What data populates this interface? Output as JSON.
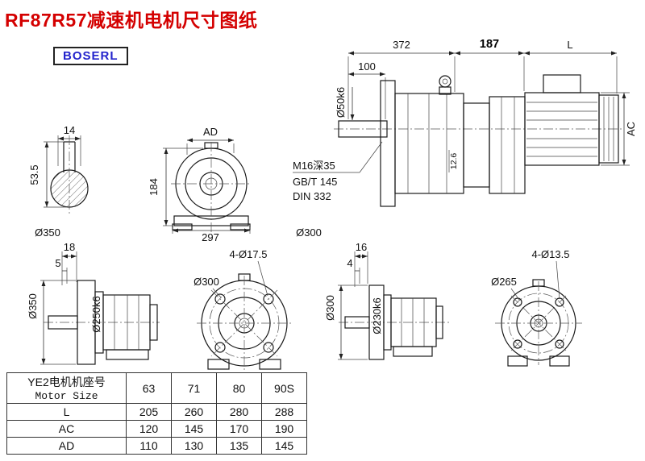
{
  "page": {
    "title": "RF87R57减速机电机尺寸图纸",
    "logo": "BOSERL"
  },
  "colors": {
    "title_accent": "#d40000",
    "logo_text": "#2323cc",
    "line": "#1a1a1a"
  },
  "labels": {
    "assembly": {
      "dim_372": "372",
      "dim_187": "187",
      "dim_l": "L",
      "dim_100": "100",
      "shaft_dia": "Ø50k6",
      "dim_ac": "AC",
      "dim_12_6": "12.6",
      "thread": "M16深35",
      "std_gb": "GB/T 145",
      "std_din": "DIN 332"
    },
    "shaft_section": {
      "dim_14": "14",
      "dim_53_5": "53.5",
      "dia_350": "Ø350"
    },
    "front_view": {
      "dim_ad": "AD",
      "dim_184": "184",
      "dim_297": "297",
      "dia_300": "Ø300"
    },
    "flange_side_large": {
      "dim_18": "18",
      "dim_5": "5",
      "dia_350": "Ø350",
      "dia_250": "Ø250k6"
    },
    "flange_front_large": {
      "holes": "4-Ø17.5",
      "bolt_circle": "Ø300"
    },
    "flange_side_small": {
      "dim_16": "16",
      "dim_4": "4",
      "dia_300": "Ø300",
      "dia_230": "Ø230k6"
    },
    "flange_front_small": {
      "holes": "4-Ø13.5",
      "dia_265": "Ø265"
    }
  },
  "table": {
    "header": {
      "label_line1": "YE2电机机座号",
      "label_line2": "Motor Size",
      "cols": [
        "63",
        "71",
        "80",
        "90S"
      ]
    },
    "rows": [
      {
        "label": "L",
        "values": [
          "205",
          "260",
          "280",
          "288"
        ]
      },
      {
        "label": "AC",
        "values": [
          "120",
          "145",
          "170",
          "190"
        ]
      },
      {
        "label": "AD",
        "values": [
          "110",
          "130",
          "135",
          "145"
        ]
      }
    ]
  }
}
